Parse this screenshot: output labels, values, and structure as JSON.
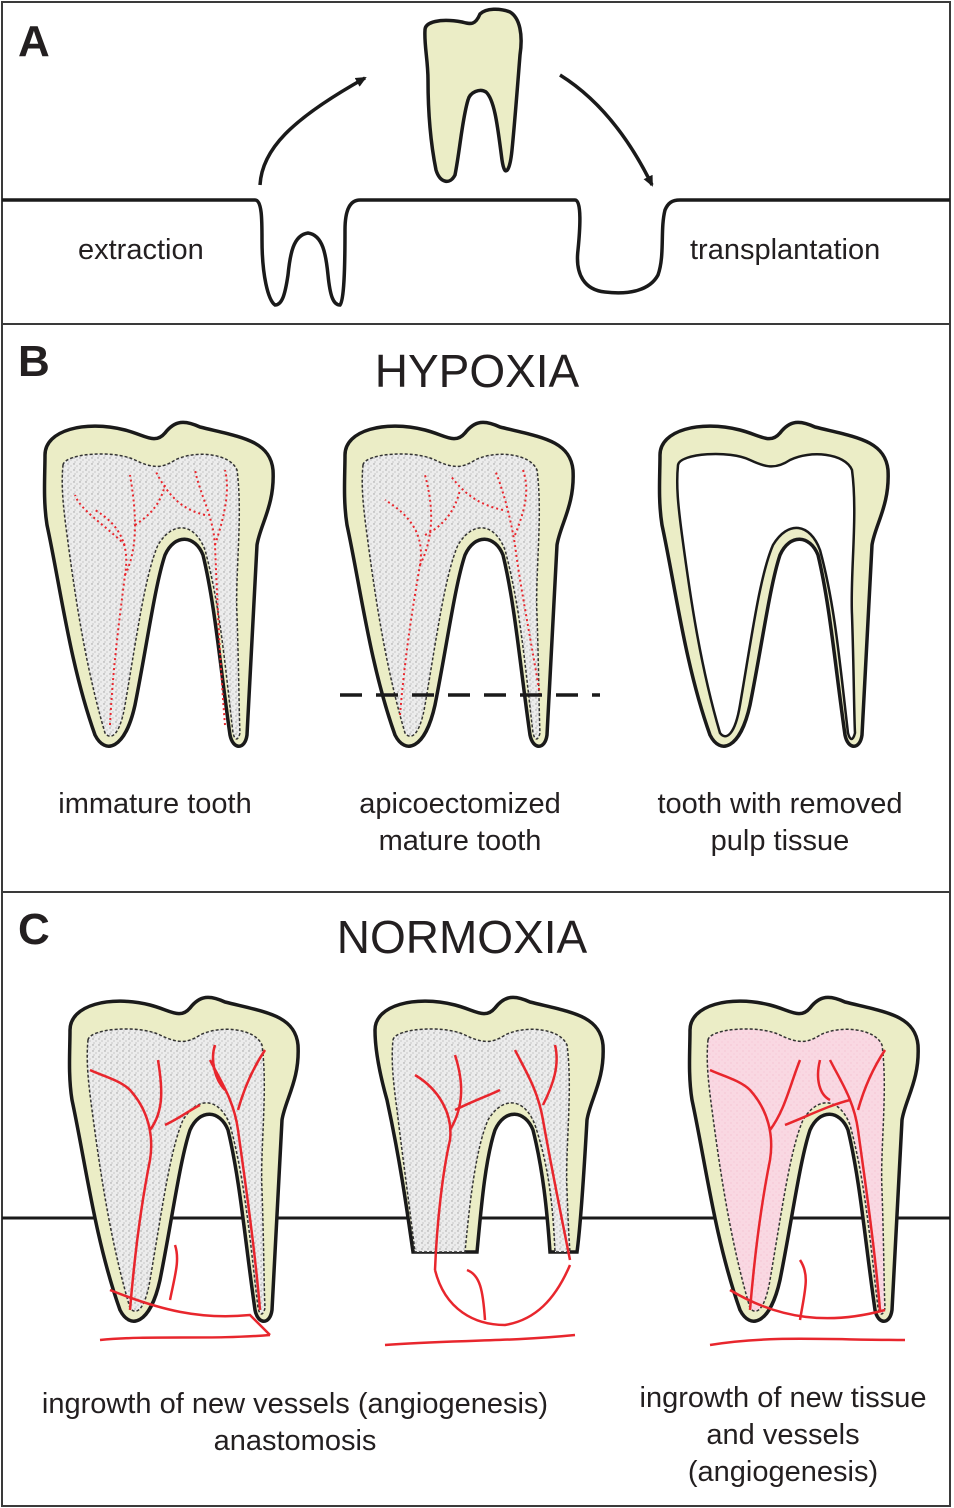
{
  "panel_a": {
    "letter": "A",
    "label_left": "extraction",
    "label_right": "transplantation"
  },
  "panel_b": {
    "letter": "B",
    "title": "HYPOXIA",
    "captions": [
      {
        "lines": [
          "immature tooth"
        ]
      },
      {
        "lines": [
          "apicoectomized",
          "mature tooth"
        ]
      },
      {
        "lines": [
          "tooth with removed",
          "pulp tissue"
        ]
      }
    ]
  },
  "panel_c": {
    "letter": "C",
    "title": "NORMOXIA",
    "captions": [
      {
        "lines": [
          "ingrowth of new vessels (angiogenesis)",
          "anastomosis"
        ]
      },
      {
        "lines": [
          "ingrowth of new tissue",
          "and vessels",
          "(angiogenesis)"
        ]
      }
    ]
  },
  "colors": {
    "dentin": "#ebedc6",
    "outline": "#1a1a1a",
    "vessel": "#e8262d",
    "pulp_pink": "#f9d8e2",
    "pulp_grey": "#e4e4e4"
  }
}
